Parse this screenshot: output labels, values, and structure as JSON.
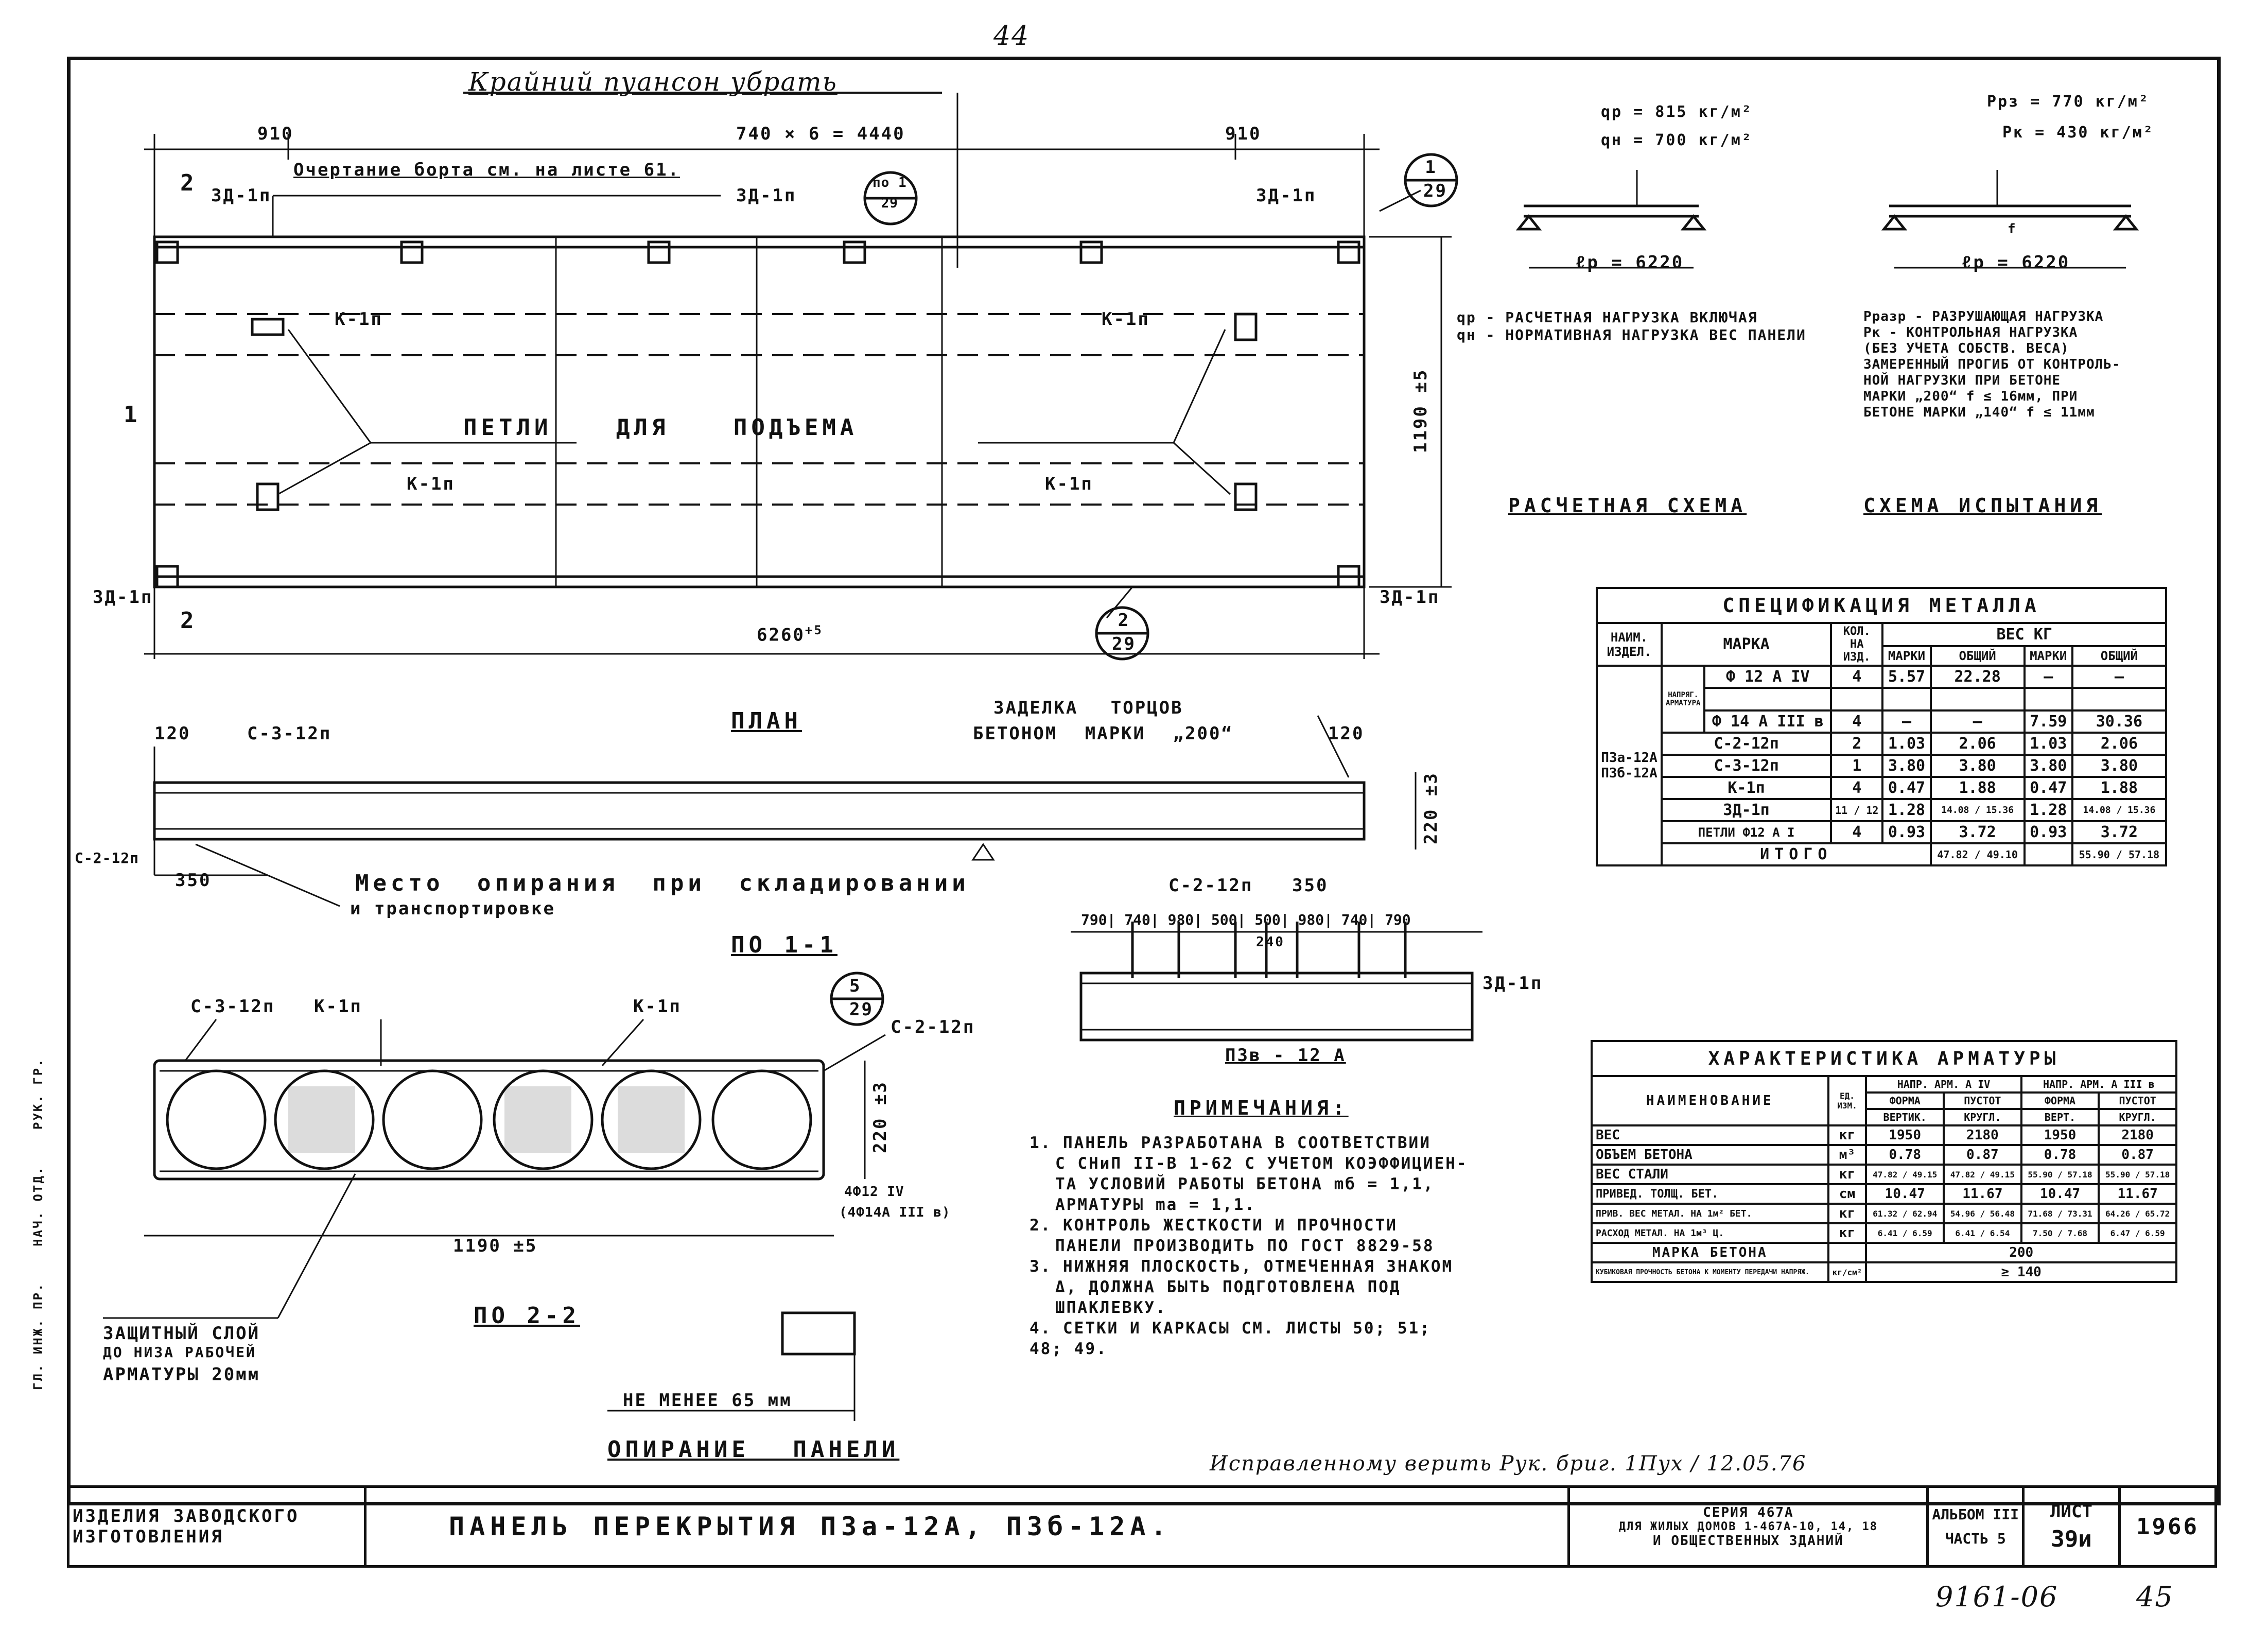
{
  "page_numbers": {
    "top": "44",
    "bottom_right": "45",
    "archive": "9161-06"
  },
  "plan": {
    "title_note": "Крайний пуансон убрать",
    "dim_left": "910",
    "dim_mid": "740 × 6 = 4440",
    "dim_right": "910",
    "contour_note": "Очертание борта см. на листе 61.",
    "loops_label": "ПЕТЛИ ДЛЯ ПОДЪЕМА",
    "k1p": "К-1п",
    "zd1p": "ЗД-1п",
    "section_1": "1",
    "section_2": "2",
    "dim_length": "6260",
    "dim_length_tol": "+5",
    "dim_width": "1190 ±5",
    "callout_top": {
      "num": "1",
      "den": "29"
    },
    "callout_bottom": {
      "num": "2",
      "den": "29"
    },
    "callout_po": {
      "num": "по 1",
      "den": "29"
    },
    "caption": "ПЛАН"
  },
  "side_view": {
    "end_note_1": "ЗАДЕЛКА ТОРЦОВ",
    "end_note_2": "БЕТОНОМ МАРКИ „200“",
    "dim_120": "120",
    "dim_350": "350",
    "mesh_c3": "С-3-12п",
    "mesh_c2": "С-2-12п",
    "height": "220 ±3",
    "support_note_1": "Место опирания при складировании",
    "support_note_2": "и транспортировке",
    "caption": "ПО 1-1"
  },
  "section": {
    "c3": "С-3-12п",
    "k1p": "К-1п",
    "c2": "С-2-12п",
    "callout": {
      "num": "5",
      "den": "29"
    },
    "height": "220 ±3",
    "width": "1190 ±5",
    "rebar_1": "4Ф12 IV",
    "rebar_2": "(4Ф14А III в)",
    "protective_1": "ЗАЩИТНЫЙ СЛОЙ",
    "protective_2": "ДО НИЗА РАБОЧЕЙ",
    "protective_3": "АРМАТУРЫ 20мм",
    "caption_2": "ПО 2-2",
    "min_note": "НЕ МЕНЕЕ 65 мм",
    "support_caption": "ОПИРАНИЕ ПАНЕЛИ"
  },
  "frame_view": {
    "c2": "С-2-12п",
    "dim_350": "350",
    "dims": [
      "790",
      "740",
      "980",
      "500",
      "500",
      "980",
      "740",
      "790"
    ],
    "dim_240": "240",
    "zd": "ЗД-1п",
    "caption": "П3в - 12 А"
  },
  "schemes": {
    "qr": "qр = 815 кг/м²",
    "qn": "qн = 700 кг/м²",
    "lr": "ℓр = 6220",
    "pr": "Ррз = 770 кг/м²",
    "pk": "Рк = 430 кг/м²",
    "lr2": "ℓр = 6220",
    "f": "f",
    "legend_left": [
      "qр - РАСЧЕТНАЯ НАГРУЗКА ВКЛЮЧАЯ",
      "qн - НОРМАТИВНАЯ НАГРУЗКА ВЕС ПАНЕЛИ"
    ],
    "legend_right": [
      "Рразр - РАЗРУШАЮЩАЯ НАГРУЗКА",
      "Рк - КОНТРОЛЬНАЯ НАГРУЗКА",
      "(БЕЗ УЧЕТА СОБСТВ. ВЕСА)",
      "ЗАМЕРЕННЫЙ ПРОГИБ ОТ КОНТРОЛЬ-",
      "НОЙ НАГРУЗКИ ПРИ БЕТОНЕ",
      "МАРКИ „200“ f ≤ 16мм, ПРИ",
      "БЕТОНЕ МАРКИ „140“ f ≤ 11мм"
    ],
    "caption_calc": "РАСЧЕТНАЯ СХЕМА",
    "caption_test": "СХЕМА ИСПЫТАНИЯ"
  },
  "spec_table": {
    "title": "СПЕЦИФИКАЦИЯ МЕТАЛЛА",
    "h_item": "НАИМ. ИЗДЕЛ.",
    "h_mark": "МАРКА",
    "h_qty": "КОЛ. НА ИЗД.",
    "h_weight": "ВЕС КГ",
    "h_sub": [
      "МАРКИ",
      "ОБЩИЙ",
      "МАРКИ",
      "ОБЩИЙ"
    ],
    "item": "П3а-12А П3б-12А",
    "group": "НАПРЯГ. АРМАТУРА",
    "rows": [
      [
        "Ф 12 А IV",
        "4",
        "5.57",
        "22.28",
        "—",
        "—"
      ],
      [
        "",
        "",
        "",
        "",
        "",
        ""
      ],
      [
        "Ф 14 А III в",
        "4",
        "—",
        "—",
        "7.59",
        "30.36"
      ],
      [
        "С-2-12п",
        "2",
        "1.03",
        "2.06",
        "1.03",
        "2.06"
      ],
      [
        "С-3-12п",
        "1",
        "3.80",
        "3.80",
        "3.80",
        "3.80"
      ],
      [
        "К-1п",
        "4",
        "0.47",
        "1.88",
        "0.47",
        "1.88"
      ],
      [
        "ЗД-1п",
        "11 / 12",
        "1.28",
        "14.08 / 15.36",
        "1.28",
        "14.08 / 15.36"
      ],
      [
        "ПЕТЛИ Ф12 А I",
        "4",
        "0.93",
        "3.72",
        "0.93",
        "3.72"
      ]
    ],
    "total_label": "ИТОГО",
    "total_a": "47.82 / 49.10",
    "total_b": "55.90 / 57.18"
  },
  "char_table": {
    "title": "ХАРАКТЕРИСТИКА АРМАТУРЫ",
    "h_name": "НАИМЕНОВАНИЕ",
    "h_unit": "ЕД. ИЗМ.",
    "h_a": "НАПР. АРМ. А IV",
    "h_b": "НАПР. АРМ. А III в",
    "h_sub1": [
      "ФОРМА",
      "ПУСТОТ",
      "ФОРМА",
      "ПУСТОТ"
    ],
    "h_sub2": [
      "ВЕРТИК.",
      "КРУГЛ.",
      "ВЕРТ.",
      "КРУГЛ."
    ],
    "rows": [
      [
        "ВЕС",
        "кг",
        "1950",
        "2180",
        "1950",
        "2180"
      ],
      [
        "ОБЪЕМ БЕТОНА",
        "м³",
        "0.78",
        "0.87",
        "0.78",
        "0.87"
      ],
      [
        "ВЕС СТАЛИ",
        "кг",
        "47.82 / 49.15",
        "47.82 / 49.15",
        "55.90 / 57.18",
        "55.90 / 57.18"
      ],
      [
        "ПРИВЕД. ТОЛЩ. БЕТ.",
        "см",
        "10.47",
        "11.67",
        "10.47",
        "11.67"
      ],
      [
        "ПРИВ. ВЕС МЕТАЛ. НА 1м² БЕТ.",
        "кг",
        "61.32 / 62.94",
        "54.96 / 56.48",
        "71.68 / 73.31",
        "64.26 / 65.72"
      ],
      [
        "РАСХОД МЕТАЛ. НА 1м³ Ц.",
        "кг",
        "6.41 / 6.59",
        "6.41 / 6.54",
        "7.50 / 7.68",
        "6.47 / 6.59"
      ]
    ],
    "row_brand": [
      "МАРКА БЕТОНА",
      "",
      "200"
    ],
    "row_cube": [
      "КУБИКОВАЯ ПРОЧНОСТЬ БЕТОНА К МОМЕНТУ ПЕРЕДАЧИ НАПРЯЖ.",
      "кг/см²",
      "≥ 140"
    ]
  },
  "notes": {
    "title": "ПРИМЕЧАНИЯ:",
    "items": [
      "1. ПАНЕЛЬ РАЗРАБОТАНА В СООТВЕТСТВИИ",
      "С СНиП II-В 1-62 С УЧЕТОМ КОЭФФИЦИЕН-",
      "ТА УСЛОВИЙ РАБОТЫ БЕТОНА mб = 1,1,",
      "АРМАТУРЫ mа = 1,1.",
      "2. КОНТРОЛЬ ЖЕСТКОСТИ И ПРОЧНОСТИ",
      "ПАНЕЛИ ПРОИЗВОДИТЬ ПО ГОСТ 8829-58",
      "3. НИЖНЯЯ ПЛОСКОСТЬ, ОТМЕЧЕННАЯ ЗНАКОМ",
      "Δ, ДОЛЖНА БЫТЬ ПОДГОТОВЛЕНА ПОД",
      "ШПАКЛЕВКУ.",
      "4. СЕТКИ И КАРКАСЫ СМ. ЛИСТЫ 50; 51;",
      "48; 49."
    ],
    "handwritten": "Исправленному верить Рук. бриг. 1Пух / 12.05.76"
  },
  "title_block": {
    "left": [
      "ИЗДЕЛИЯ ЗАВОДСКОГО",
      "ИЗГОТОВЛЕНИЯ"
    ],
    "name": "ПАНЕЛЬ ПЕРЕКРЫТИЯ П3а-12А, П3б-12А.",
    "series": [
      "СЕРИЯ 467А",
      "ДЛЯ ЖИЛЫХ ДОМОВ 1-467А-10, 14, 18",
      "И ОБЩЕСТВЕННЫХ ЗДАНИЙ"
    ],
    "album": [
      "АЛЬБОМ III",
      "ЧАСТЬ 5"
    ],
    "sheet_label": "ЛИСТ",
    "sheet_no": "39и",
    "year": "1966"
  },
  "margin_stamp": [
    "ГЛ. ИНЖ. ПР.",
    "НАЧ. ОТД.",
    "РУК. ГР."
  ]
}
